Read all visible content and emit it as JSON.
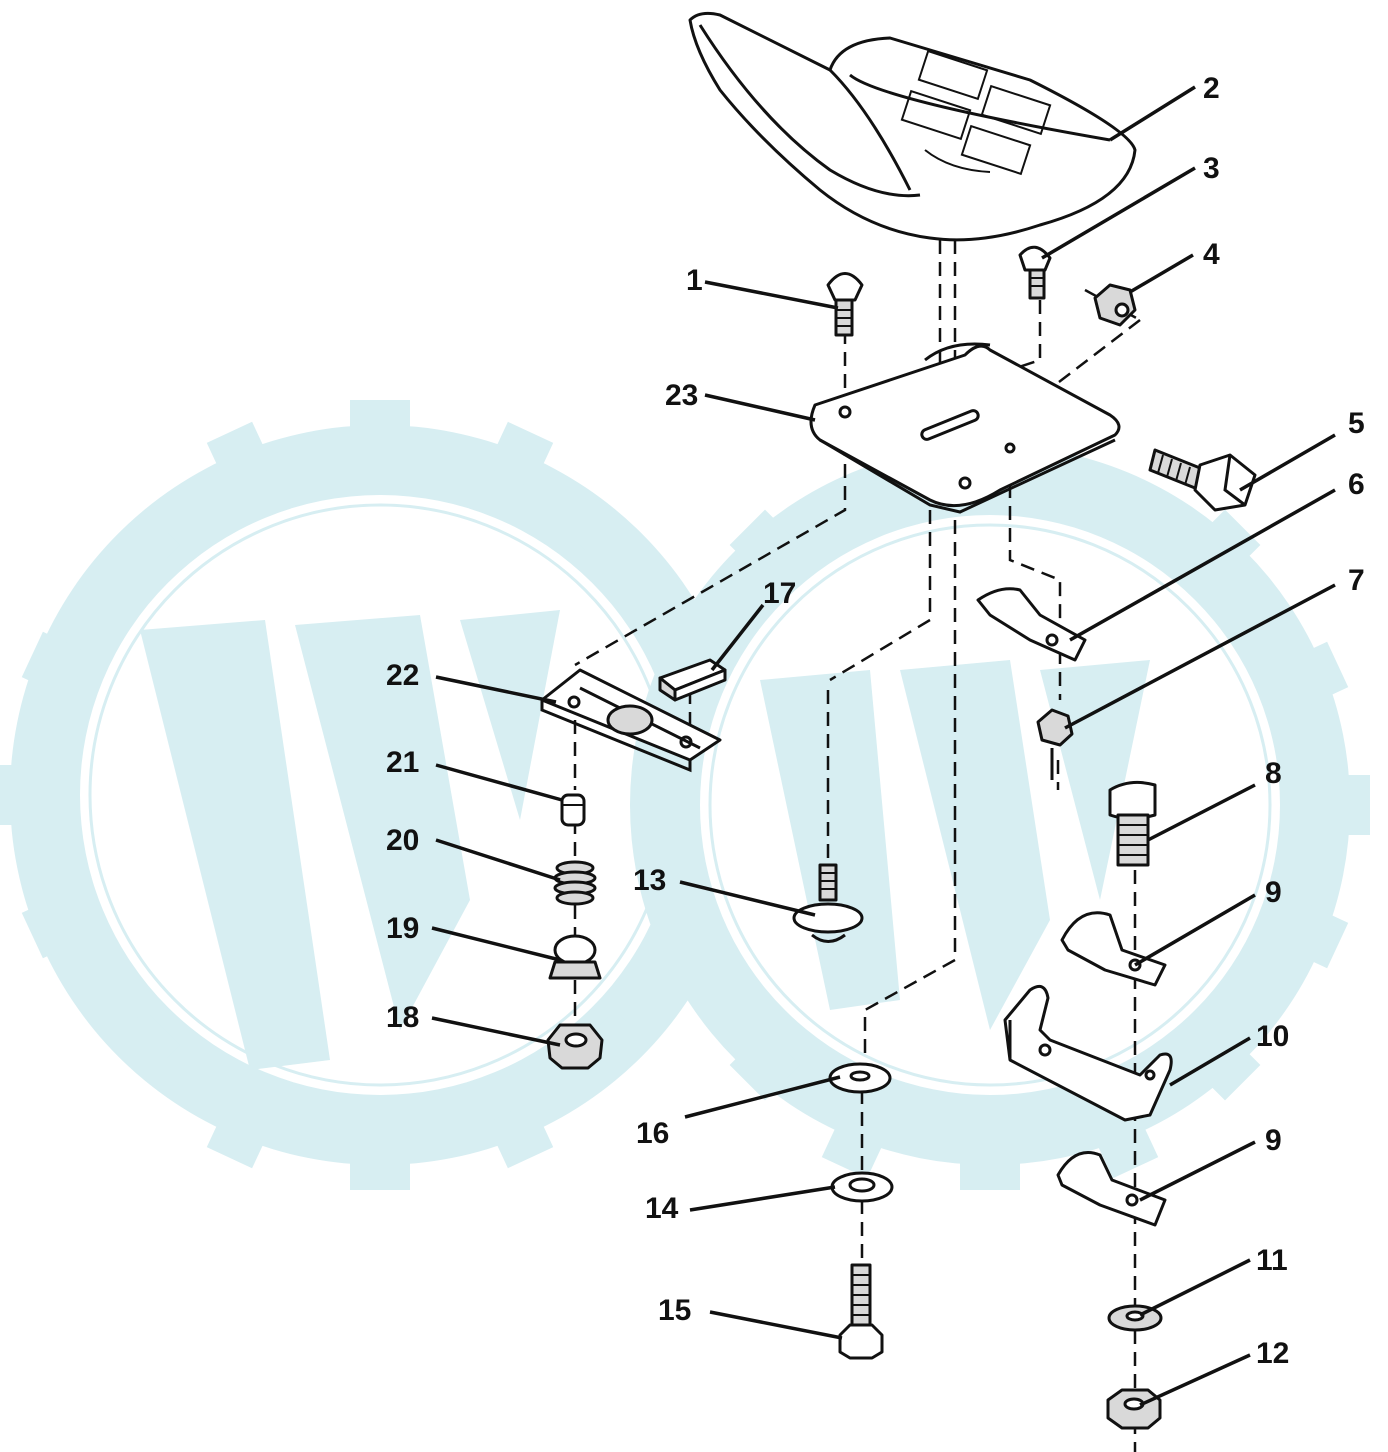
{
  "watermark": {
    "color": "#d7eef2"
  },
  "callouts": [
    {
      "id": "1",
      "text": "1"
    },
    {
      "id": "2",
      "text": "2"
    },
    {
      "id": "3",
      "text": "3"
    },
    {
      "id": "4",
      "text": "4"
    },
    {
      "id": "5",
      "text": "5"
    },
    {
      "id": "6",
      "text": "6"
    },
    {
      "id": "7",
      "text": "7"
    },
    {
      "id": "8",
      "text": "8"
    },
    {
      "id": "9a",
      "text": "9"
    },
    {
      "id": "9b",
      "text": "9"
    },
    {
      "id": "10",
      "text": "10"
    },
    {
      "id": "11",
      "text": "11"
    },
    {
      "id": "12",
      "text": "12"
    },
    {
      "id": "13",
      "text": "13"
    },
    {
      "id": "14",
      "text": "14"
    },
    {
      "id": "15",
      "text": "15"
    },
    {
      "id": "16",
      "text": "16"
    },
    {
      "id": "17",
      "text": "17"
    },
    {
      "id": "18",
      "text": "18"
    },
    {
      "id": "19",
      "text": "19"
    },
    {
      "id": "20",
      "text": "20"
    },
    {
      "id": "21",
      "text": "21"
    },
    {
      "id": "22",
      "text": "22"
    },
    {
      "id": "23",
      "text": "23"
    }
  ]
}
